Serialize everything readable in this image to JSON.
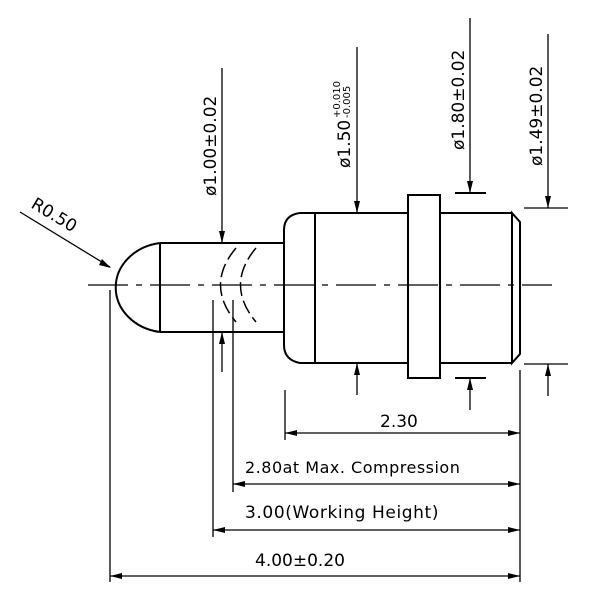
{
  "dimensions": {
    "radius": "R0.50",
    "d_tip": "ø1.00±0.02",
    "d_body_base": "ø1.50",
    "d_body_tol_upper": "+0.010",
    "d_body_tol_lower": "-0.005",
    "d_collar": "ø1.80±0.02",
    "d_end": "ø1.49±0.02",
    "len_body": "2.30",
    "len_compression": "2.80at Max. Compression",
    "len_working": "3.00(Working Height)",
    "len_total": "4.00±0.20"
  }
}
